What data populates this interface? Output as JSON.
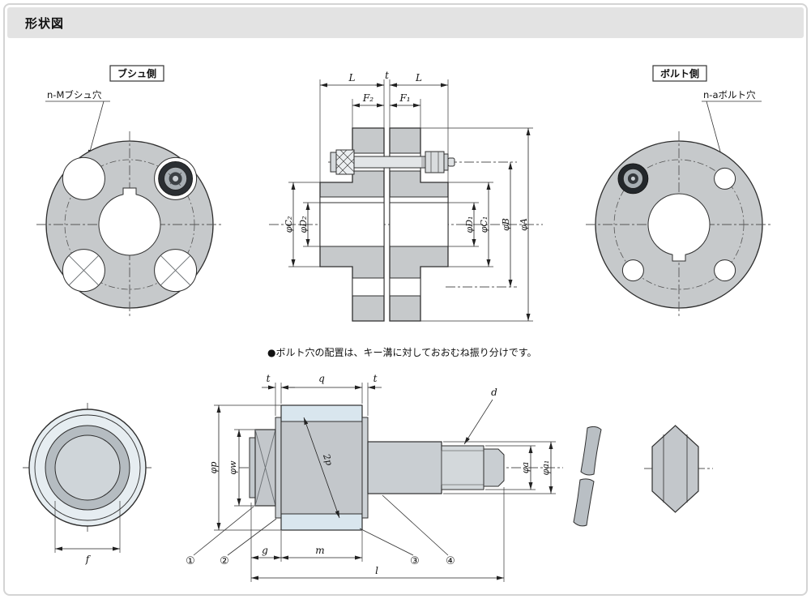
{
  "page": {
    "title": "形状図"
  },
  "bush_side": {
    "label": "ブシュ側",
    "callout": "n-Mブシュ穴"
  },
  "bolt_side": {
    "label": "ボルト側",
    "callout": "n-aボルト穴"
  },
  "section": {
    "L1": "L",
    "t": "t",
    "L2": "L",
    "F2": "F₂",
    "F1": "F₁",
    "C2": "φC₂",
    "D2": "φD₂",
    "D1": "φD₁",
    "C1": "φC₁",
    "B": "φB",
    "A": "φA"
  },
  "note": "●ボルト穴の配置は、キー溝に対しておおむね振り分けです。",
  "bush_detail": {
    "f": "f"
  },
  "bolt_detail": {
    "t1": "t",
    "q": "q",
    "t2": "t",
    "p": "φp",
    "w": "φw",
    "two_p": "2p",
    "d": "d",
    "a": "φa",
    "a1": "φa₁",
    "g": "g",
    "m": "m",
    "l": "l",
    "c1": "①",
    "c2": "②",
    "c3": "③",
    "c4": "④"
  }
}
